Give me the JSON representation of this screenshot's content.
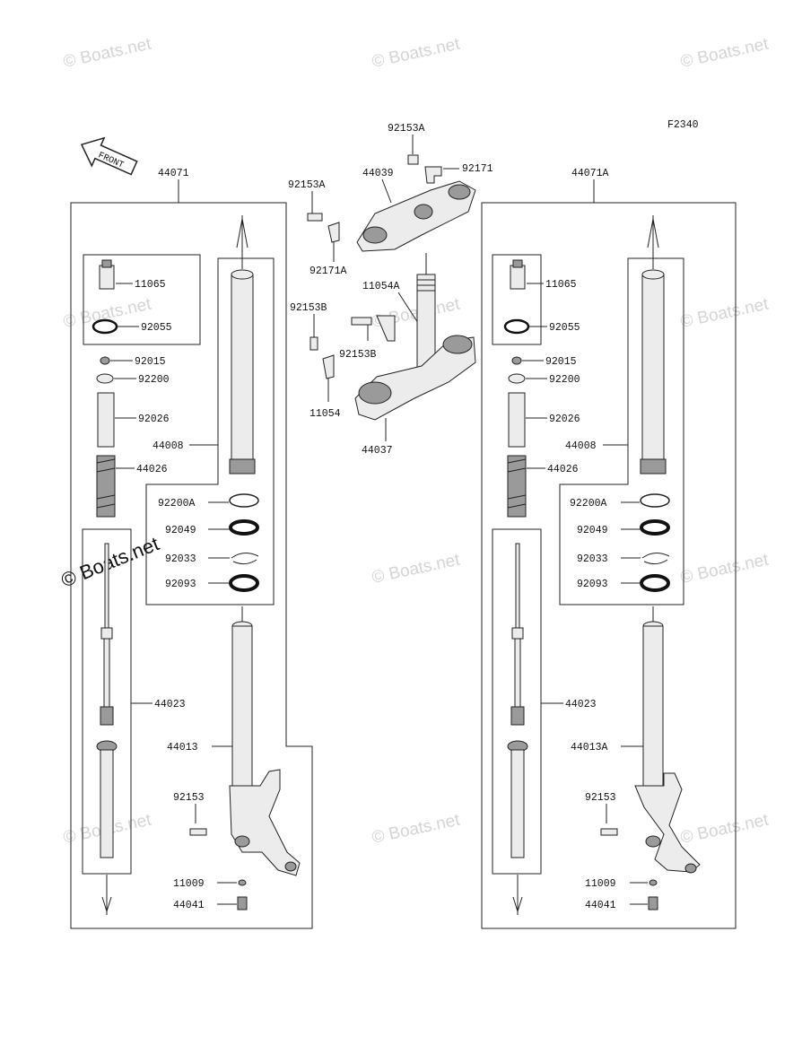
{
  "diagram_code": "F2340",
  "front_label": "FRONT",
  "watermark": "© Boats.net",
  "parts": {
    "assy_left": "44071",
    "assy_right": "44071A",
    "top_bracket": "44039",
    "bolt_top_a1": "92153A",
    "clamp_top_a1": "92171",
    "bolt_top_a2": "92153A",
    "clamp_top_a2": "92171A",
    "steering_stem": "11054A",
    "bolt_b1": "92153B",
    "bolt_b2": "92153B",
    "clamp_lower": "11054",
    "lower_bracket": "44037",
    "l_11065": "11065",
    "l_92055": "92055",
    "l_92015": "92015",
    "l_92200": "92200",
    "l_92026": "92026",
    "l_44026": "44026",
    "l_44008": "44008",
    "l_92200A": "92200A",
    "l_92049": "92049",
    "l_92033": "92033",
    "l_92093": "92093",
    "l_44023": "44023",
    "l_44013": "44013",
    "l_92153": "92153",
    "l_11009": "11009",
    "l_44041": "44041",
    "r_11065": "11065",
    "r_92055": "92055",
    "r_92015": "92015",
    "r_92200": "92200",
    "r_92026": "92026",
    "r_44026": "44026",
    "r_44008": "44008",
    "r_92200A": "92200A",
    "r_92049": "92049",
    "r_92033": "92033",
    "r_92093": "92093",
    "r_44023": "44023",
    "r_44013A": "44013A",
    "r_92153": "92153",
    "r_11009": "11009",
    "r_44041": "44041"
  }
}
